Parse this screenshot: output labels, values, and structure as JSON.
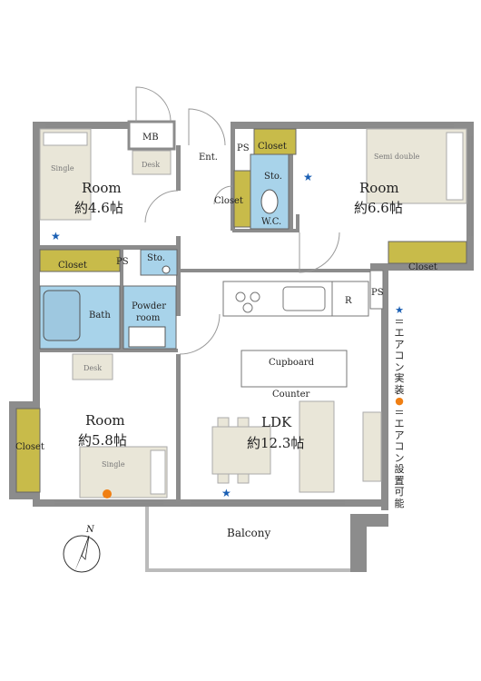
{
  "rooms": {
    "room_nw": {
      "name": "Room",
      "size": "約4.6帖"
    },
    "room_ne": {
      "name": "Room",
      "size": "約6.6帖"
    },
    "room_sw": {
      "name": "Room",
      "size": "約5.8帖"
    },
    "ldk": {
      "name": "LDK",
      "size": "約12.3帖"
    }
  },
  "labels": {
    "mb": "MB",
    "ent": "Ent.",
    "ps": "PS",
    "closet": "Closet",
    "sto": "Sto.",
    "wc": "W.C.",
    "bath": "Bath",
    "powder_room_1": "Powder",
    "powder_room_2": "room",
    "desk": "Desk",
    "single": "Single",
    "semi_double": "Semi double",
    "cupboard": "Cupboard",
    "counter": "Counter",
    "r": "R",
    "balcony": "Balcony",
    "north": "N"
  },
  "legend": {
    "ac_installed_symbol": "★",
    "ac_installed_text": "＝エアコン実装",
    "ac_possible_symbol": "●",
    "ac_possible_text": "＝エアコン設置可能"
  },
  "colors": {
    "wall": "#888888",
    "closet": "#c8bb4a",
    "wet_area": "#a8d3ea",
    "star": "#1a5fb4",
    "dot": "#f07f13",
    "furniture": "#e9e6d8"
  }
}
